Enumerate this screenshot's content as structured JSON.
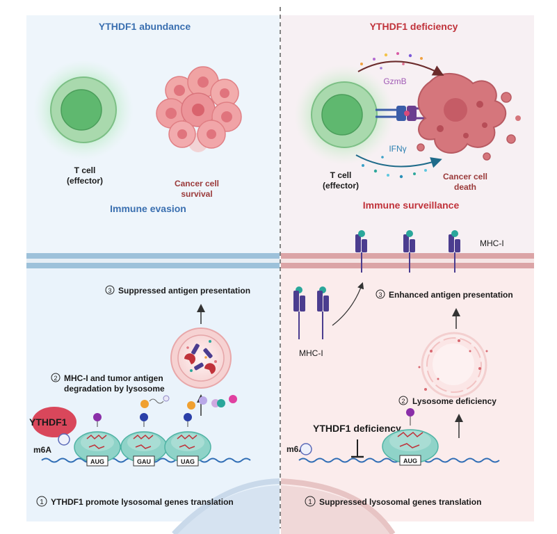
{
  "colors": {
    "abundance": "#3a6fb0",
    "deficiency": "#c0323a",
    "cancer_text": "#9a3a3a",
    "tcell_outer": "#a7d8a8",
    "tcell_inner": "#5fbf73",
    "mhc": "#4b3d8f",
    "mhc_tip": "#2aa79b",
    "ribosome": "#2ea89c",
    "rna": "#3a7bc8",
    "ythdf1": "#d9475b"
  },
  "left": {
    "title": "YTHDF1 abundance",
    "tcell_label_1": "T cell",
    "tcell_label_2": "(effector)",
    "cancer_label_1": "Cancer cell",
    "cancer_label_2": "survival",
    "outcome": "Immune evasion",
    "step3_num": "3",
    "step3": "Suppressed antigen presentation",
    "step2_num": "2",
    "step2_line1": "MHC-I and tumor antigen",
    "step2_line2": "degradation by lysosome",
    "ythdf1_label": "YTHDF1",
    "m6a_label": "m6A",
    "codons": [
      "AUG",
      "GAU",
      "UAG"
    ],
    "step1_num": "1",
    "step1": "YTHDF1 promote lysosomal genes translation"
  },
  "right": {
    "title": "YTHDF1 deficiency",
    "gzmb": "GzmB",
    "ifng": "IFNγ",
    "tcell_label_1": "T cell",
    "tcell_label_2": "(effector)",
    "cancer_label_1": "Cancer cell",
    "cancer_label_2": "death",
    "outcome": "Immune surveillance",
    "mhc_label_top": "MHC-I",
    "mhc_label_left": "MHC-I",
    "step3_num": "3",
    "step3": "Enhanced antigen presentation",
    "step2_num": "2",
    "step2": "Lysosome deficiency",
    "deficiency_label": "YTHDF1 deficiency",
    "m6a_label": "m6A",
    "codon": "AUG",
    "step1_num": "1",
    "step1": "Suppressed lysosomal genes translation"
  }
}
